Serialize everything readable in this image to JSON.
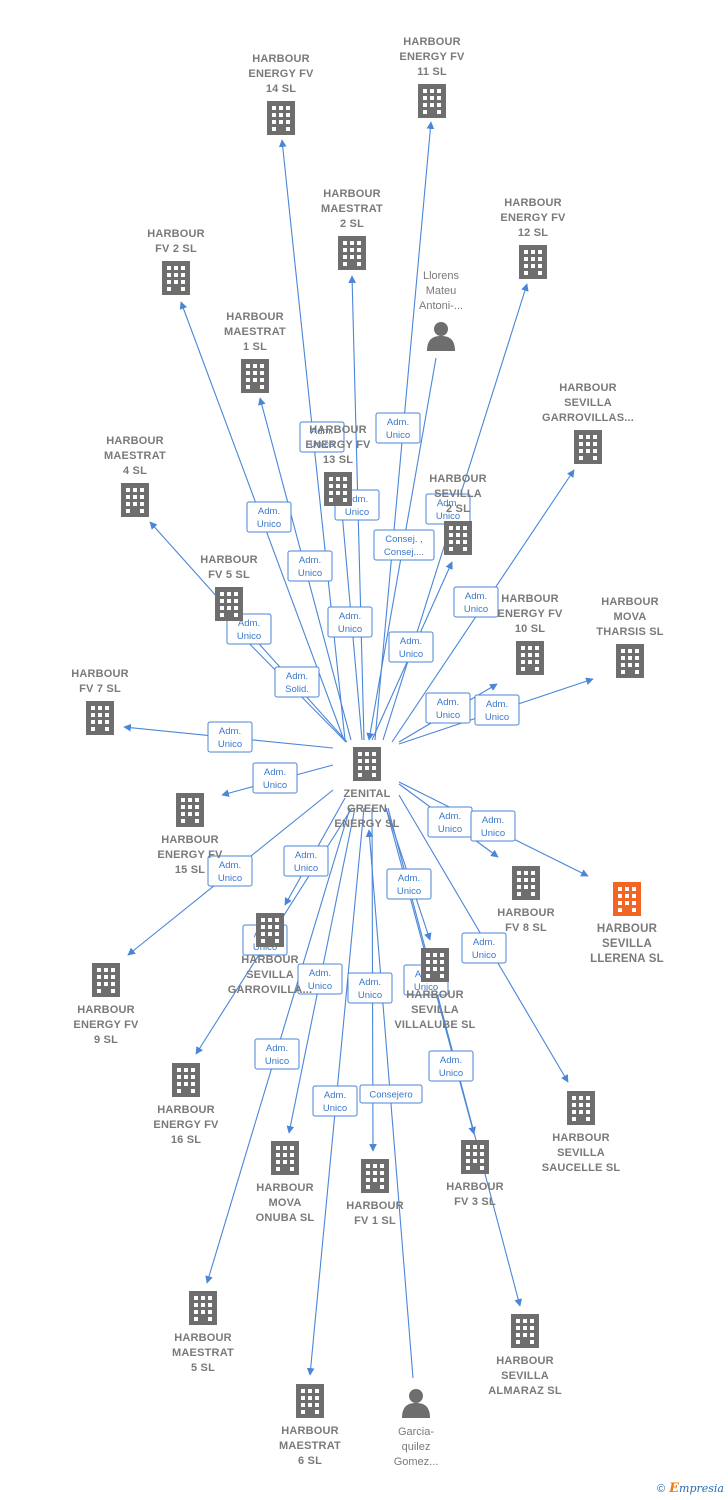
{
  "colors": {
    "edge": "#4a86d8",
    "building": "#6e6e6e",
    "focus": "#f26522",
    "person": "#6e6e6e"
  },
  "center": {
    "name": "ZENITAL GREEN ENERGY SL",
    "lines": [
      "ZENITAL",
      "GREEN",
      "ENERGY SL"
    ]
  },
  "nodes": [
    {
      "id": "fv14",
      "lines": [
        "HARBOUR",
        "ENERGY FV",
        "14  SL"
      ],
      "icon": "building-icon"
    },
    {
      "id": "fv11",
      "lines": [
        "HARBOUR",
        "ENERGY FV",
        "11  SL"
      ],
      "icon": "building-icon"
    },
    {
      "id": "maestrat2",
      "lines": [
        "HARBOUR",
        "MAESTRAT",
        "2  SL"
      ],
      "icon": "building-icon"
    },
    {
      "id": "fv12",
      "lines": [
        "HARBOUR",
        "ENERGY FV",
        "12  SL"
      ],
      "icon": "building-icon"
    },
    {
      "id": "fv2",
      "lines": [
        "HARBOUR",
        "FV 2  SL"
      ],
      "icon": "building-icon"
    },
    {
      "id": "llorens",
      "lines": [
        "Llorens",
        "Mateu",
        "Antoni-..."
      ],
      "icon": "person-icon"
    },
    {
      "id": "maestrat1",
      "lines": [
        "HARBOUR",
        "MAESTRAT",
        "1  SL"
      ],
      "icon": "building-icon"
    },
    {
      "id": "garrovillas1",
      "lines": [
        "HARBOUR",
        "SEVILLA",
        "GARROVILLAS..."
      ],
      "icon": "building-icon"
    },
    {
      "id": "maestrat4",
      "lines": [
        "HARBOUR",
        "MAESTRAT",
        "4  SL"
      ],
      "icon": "building-icon"
    },
    {
      "id": "fv13",
      "lines": [
        "HARBOUR",
        "ENERGY FV",
        "13  SL"
      ],
      "icon": "building-icon"
    },
    {
      "id": "sevilla2",
      "lines": [
        "HARBOUR",
        "SEVILLA",
        "2  SL"
      ],
      "icon": "building-icon"
    },
    {
      "id": "fv5",
      "lines": [
        "HARBOUR",
        "FV 5  SL"
      ],
      "icon": "building-icon"
    },
    {
      "id": "fv10",
      "lines": [
        "HARBOUR",
        "ENERGY FV",
        "10  SL"
      ],
      "icon": "building-icon"
    },
    {
      "id": "tharsis",
      "lines": [
        "HARBOUR",
        "MOVA",
        "THARSIS  SL"
      ],
      "icon": "building-icon"
    },
    {
      "id": "fv7",
      "lines": [
        "HARBOUR",
        "FV 7  SL"
      ],
      "icon": "building-icon"
    },
    {
      "id": "fv15",
      "lines": [
        "HARBOUR",
        "ENERGY FV",
        "15  SL"
      ],
      "icon": "building-icon"
    },
    {
      "id": "fv8",
      "lines": [
        "HARBOUR",
        "FV 8  SL"
      ],
      "icon": "building-icon"
    },
    {
      "id": "llerena",
      "lines": [
        "HARBOUR",
        "SEVILLA",
        "LLERENA  SL"
      ],
      "icon": "building-icon",
      "focus": true
    },
    {
      "id": "garrovillas2",
      "lines": [
        "HARBOUR",
        "SEVILLA",
        "GARROVILLA..."
      ],
      "icon": "building-icon"
    },
    {
      "id": "villalube",
      "lines": [
        "HARBOUR",
        "SEVILLA",
        "VILLALUBE  SL"
      ],
      "icon": "building-icon"
    },
    {
      "id": "fv9",
      "lines": [
        "HARBOUR",
        "ENERGY FV",
        "9  SL"
      ],
      "icon": "building-icon"
    },
    {
      "id": "fv16",
      "lines": [
        "HARBOUR",
        "ENERGY FV",
        "16  SL"
      ],
      "icon": "building-icon"
    },
    {
      "id": "saucelle",
      "lines": [
        "HARBOUR",
        "SEVILLA",
        "SAUCELLE  SL"
      ],
      "icon": "building-icon"
    },
    {
      "id": "onuba",
      "lines": [
        "HARBOUR",
        "MOVA",
        "ONUBA  SL"
      ],
      "icon": "building-icon"
    },
    {
      "id": "fv1",
      "lines": [
        "HARBOUR",
        "FV 1  SL"
      ],
      "icon": "building-icon"
    },
    {
      "id": "fv3",
      "lines": [
        "HARBOUR",
        "FV 3  SL"
      ],
      "icon": "building-icon"
    },
    {
      "id": "maestrat5",
      "lines": [
        "HARBOUR",
        "MAESTRAT",
        "5  SL"
      ],
      "icon": "building-icon"
    },
    {
      "id": "almaraz",
      "lines": [
        "HARBOUR",
        "SEVILLA",
        "ALMARAZ  SL"
      ],
      "icon": "building-icon"
    },
    {
      "id": "maestrat6",
      "lines": [
        "HARBOUR",
        "MAESTRAT",
        "6  SL"
      ],
      "icon": "building-icon"
    },
    {
      "id": "garcia",
      "lines": [
        "Garcia-",
        "quilez",
        "Gomez..."
      ],
      "icon": "person-icon"
    }
  ],
  "edges": [
    {
      "from": "center",
      "to": "fv14",
      "label": [
        "Adm.",
        "Unico"
      ]
    },
    {
      "from": "center",
      "to": "fv11",
      "label": [
        "Adm.",
        "Unico"
      ]
    },
    {
      "from": "center",
      "to": "maestrat2",
      "label": [
        "Adm.",
        "Unico"
      ]
    },
    {
      "from": "center",
      "to": "fv12",
      "label": [
        "Adm.",
        "Unico"
      ]
    },
    {
      "from": "center",
      "to": "fv2",
      "label": [
        "Adm.",
        "Unico"
      ]
    },
    {
      "from": "llorens",
      "to": "center",
      "label": [
        "Consej. ,",
        "Consej...."
      ]
    },
    {
      "from": "center",
      "to": "maestrat1",
      "label": [
        "Adm.",
        "Unico"
      ]
    },
    {
      "from": "center",
      "to": "garrovillas1",
      "label": [
        "Adm.",
        "Unico"
      ]
    },
    {
      "from": "center",
      "to": "maestrat4",
      "label": [
        "Adm.",
        "Unico"
      ]
    },
    {
      "from": "center",
      "to": "fv13",
      "label": [
        "Adm.",
        "Unico"
      ]
    },
    {
      "from": "center",
      "to": "sevilla2",
      "label": [
        "Adm.",
        "Unico"
      ]
    },
    {
      "from": "center",
      "to": "fv5",
      "label": [
        "Adm.",
        "Solid."
      ]
    },
    {
      "from": "center",
      "to": "fv10",
      "label": [
        "Adm.",
        "Unico"
      ]
    },
    {
      "from": "center",
      "to": "tharsis",
      "label": [
        "Adm.",
        "Unico"
      ]
    },
    {
      "from": "center",
      "to": "fv7",
      "label": [
        "Adm.",
        "Unico"
      ]
    },
    {
      "from": "center",
      "to": "fv15",
      "label": [
        "Adm.",
        "Unico"
      ]
    },
    {
      "from": "center",
      "to": "fv8",
      "label": [
        "Adm.",
        "Unico"
      ]
    },
    {
      "from": "center",
      "to": "llerena",
      "label": [
        "Adm.",
        "Unico"
      ]
    },
    {
      "from": "center",
      "to": "garrovillas2",
      "label": [
        "Adm.",
        "Unico"
      ]
    },
    {
      "from": "center",
      "to": "villalube",
      "label": [
        "Adm.",
        "Unico"
      ]
    },
    {
      "from": "center",
      "to": "fv9",
      "label": [
        "Adm.",
        "Unico"
      ]
    },
    {
      "from": "center",
      "to": "fv16",
      "label": [
        "Adm.",
        "Unico"
      ]
    },
    {
      "from": "center",
      "to": "saucelle",
      "label": [
        "Adm.",
        "Unico"
      ]
    },
    {
      "from": "center",
      "to": "onuba",
      "label": [
        "Adm.",
        "Unico"
      ]
    },
    {
      "from": "center",
      "to": "fv1",
      "label": [
        "Adm.",
        "Unico"
      ]
    },
    {
      "from": "center",
      "to": "fv3",
      "label": [
        "Adm.",
        "Unico"
      ]
    },
    {
      "from": "center",
      "to": "maestrat5",
      "label": [
        "Adm.",
        "Unico"
      ]
    },
    {
      "from": "center",
      "to": "almaraz",
      "label": [
        "Adm.",
        "Unico"
      ]
    },
    {
      "from": "center",
      "to": "maestrat6",
      "label": [
        "Adm.",
        "Unico"
      ]
    },
    {
      "from": "garcia",
      "to": "center",
      "label": [
        "Consejero"
      ]
    }
  ],
  "footer": {
    "copyright": "©",
    "brand_first": "E",
    "brand_rest": "mpresia"
  }
}
